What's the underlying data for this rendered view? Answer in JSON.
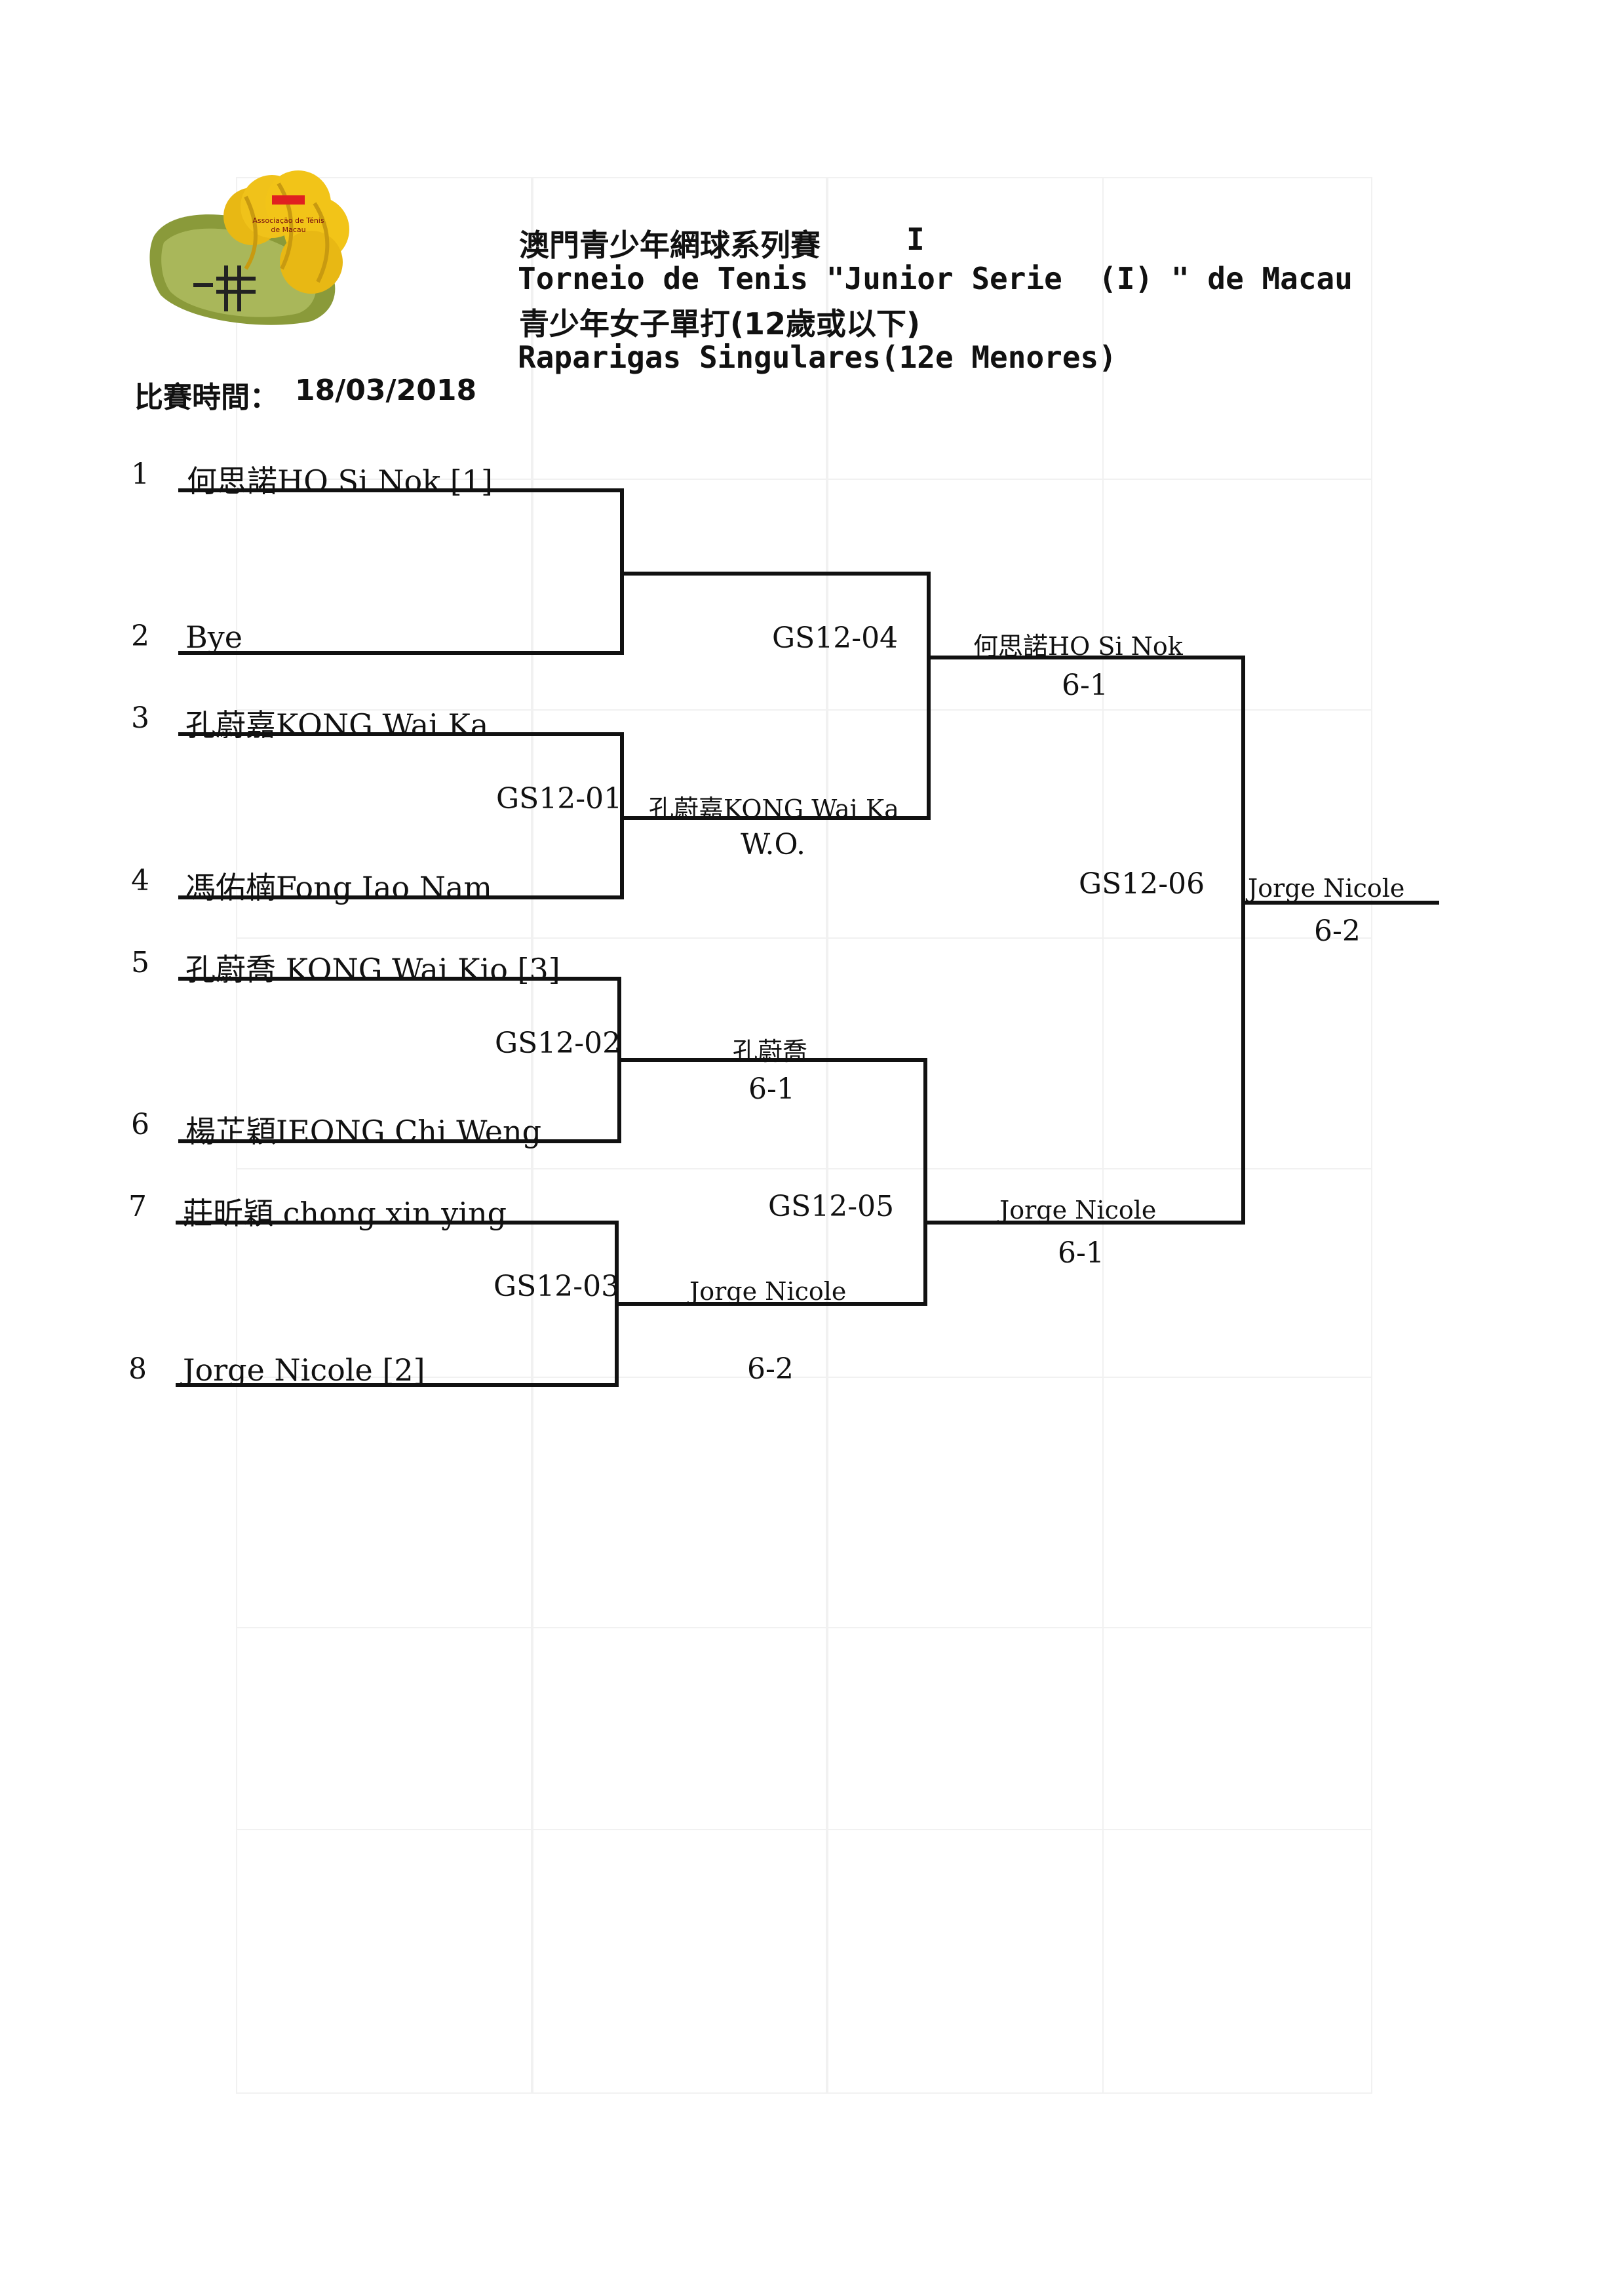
{
  "logo": {
    "text": "Associação de Ténis de Macau",
    "colors": {
      "ball": "#f2c418",
      "ball_shadow": "#c89a10",
      "leaf": "#8a9a3a",
      "brand_red": "#e02020"
    }
  },
  "header": {
    "line1_cn": "澳門青少年網球系列賽",
    "line1_series": "I",
    "line2": "Torneio de Tenis \"Junior Serie  (I) \" de Macau",
    "line3_cn": "青少年女子單打(12歲或以下)",
    "line4": "Raparigas Singulares(12e Menores)",
    "date_label": "比賽時間：",
    "date_value": "18/03/2018"
  },
  "draw": {
    "seeds": [
      "1",
      "2",
      "3",
      "4",
      "5",
      "6",
      "7",
      "8"
    ],
    "players": [
      "何思諾HO Si Nok [1]",
      "Bye",
      "孔蔚嘉KONG Wai Ka",
      "馮佑楠Fong Iao Nam",
      "孔蔚喬 KONG Wai Kio [3]",
      "楊芷穎IEONG Chi Weng",
      "莊昕穎 chong xin ying",
      "Jorge Nicole [2]"
    ],
    "round1": [
      {
        "code": "",
        "winner": "",
        "score": ""
      },
      {
        "code": "GS12-01",
        "winner": "孔蔚嘉KONG Wai Ka",
        "score": "W.O."
      },
      {
        "code": "GS12-02",
        "winner": "孔蔚喬",
        "score": "6-1"
      },
      {
        "code": "GS12-03",
        "winner": "Jorge Nicole",
        "score": "6-2"
      }
    ],
    "semis": [
      {
        "code": "GS12-04",
        "winner": "何思諾HO Si Nok",
        "score": "6-1"
      },
      {
        "code": "GS12-05",
        "winner": "Jorge Nicole",
        "score": "6-1"
      }
    ],
    "final": {
      "code": "GS12-06",
      "winner": "Jorge Nicole",
      "score": "6-2"
    }
  }
}
